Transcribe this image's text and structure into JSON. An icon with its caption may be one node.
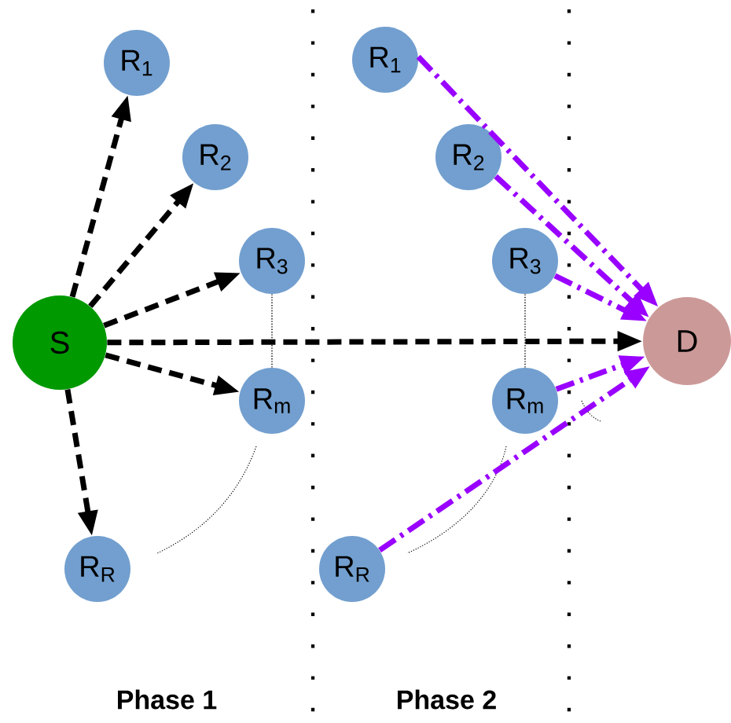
{
  "diagram": {
    "nodes": [
      {
        "text": [
          "S"
        ]
      },
      {
        "text": [
          "R$_{1}$"
        ]
      },
      {
        "text": [
          "R$_{2}$"
        ]
      },
      {
        "text": [
          "R$_{3}$"
        ]
      },
      {
        "text": [
          "R$_{m}$"
        ]
      },
      {
        "text": [
          "R$_{R}$"
        ]
      },
      {
        "text": [
          "R$_{1}$"
        ]
      },
      {
        "text": [
          "R$_{2}$"
        ]
      },
      {
        "text": [
          "R$_{3}$"
        ]
      },
      {
        "text": [
          "R$_{m}$"
        ]
      },
      {
        "text": [
          "R$_{R}$"
        ]
      },
      {
        "text": [
          "D"
        ]
      }
    ],
    "edges": [
      {
        "from": 0,
        "to": 1,
        "arrow": "to",
        "style": "dashed"
      },
      {
        "from": 0,
        "to": 2,
        "arrow": "to",
        "style": "dashed"
      },
      {
        "from": 0,
        "to": 3,
        "arrow": "to",
        "style": "dashed"
      },
      {
        "from": 0,
        "to": 4,
        "arrow": "to",
        "style": "dashed"
      },
      {
        "from": 0,
        "to": 5,
        "arrow": "to",
        "style": "dashed"
      },
      {
        "from": 0,
        "to": 11,
        "arrow": "to",
        "style": "dashed"
      },
      {
        "from": 6,
        "to": 11,
        "arrow": "to",
        "style": "dashed",
        "color": "#9900ff"
      },
      {
        "from": 7,
        "to": 11,
        "arrow": "to",
        "style": "dashed",
        "color": "#9900ff"
      },
      {
        "from": 8,
        "to": 11,
        "arrow": "to",
        "style": "dashed",
        "color": "#9900ff"
      },
      {
        "from": 9,
        "to": 11,
        "arrow": "to",
        "style": "dashed",
        "color": "#9900ff"
      },
      {
        "from": 10,
        "to": 11,
        "arrow": "to",
        "style": "dashed",
        "color": "#9900ff"
      },
      {
        "from": 3,
        "to": 4,
        "arrow": "none",
        "style": "dashed"
      },
      {
        "from": 8,
        "to": 9,
        "arrow": "none",
        "style": "dashed"
      }
    ],
    "labels": [
      "Phase 1",
      "Phase 2"
    ]
  }
}
